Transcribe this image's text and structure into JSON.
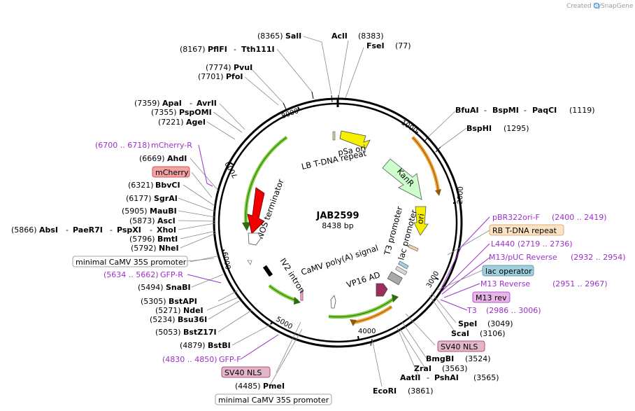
{
  "credit": {
    "text": "Created by",
    "brand": "SnapGene"
  },
  "plasmid": {
    "name": "JAB2599",
    "length": "8438 bp"
  },
  "ticks": [
    "1000",
    "2000",
    "3000",
    "4000",
    "5000",
    "6000",
    "7000",
    "8000"
  ],
  "sites": [
    {
      "pos": "(8365)",
      "name": "SalI"
    },
    {
      "pos": "(8383)",
      "name": "AclI"
    },
    {
      "pos": "(77)",
      "name": "FseI"
    },
    {
      "pos": "(8167)",
      "name": "PflFI",
      "name2": "Tth111I"
    },
    {
      "pos": "(7774)",
      "name": "PvuI"
    },
    {
      "pos": "(7701)",
      "name": "PfoI"
    },
    {
      "pos": "(7359)",
      "name": "ApaI",
      "name2": "AvrII"
    },
    {
      "pos": "(7355)",
      "name": "PspOMI"
    },
    {
      "pos": "(7221)",
      "name": "AgeI"
    },
    {
      "pos": "(6669)",
      "name": "AhdI"
    },
    {
      "pos": "(6321)",
      "name": "BbvCI"
    },
    {
      "pos": "(6177)",
      "name": "SgrAI"
    },
    {
      "pos": "(5905)",
      "name": "MauBI"
    },
    {
      "pos": "(5873)",
      "name": "AscI"
    },
    {
      "pos": "(5866)",
      "name": "AbsI",
      "name2": "PaeR7I",
      "name3": "PspXI",
      "name4": "XhoI"
    },
    {
      "pos": "(5796)",
      "name": "BmtI"
    },
    {
      "pos": "(5792)",
      "name": "NheI"
    },
    {
      "pos": "(5494)",
      "name": "SnaBI"
    },
    {
      "pos": "(5305)",
      "name": "BstAPI"
    },
    {
      "pos": "(5271)",
      "name": "NdeI"
    },
    {
      "pos": "(5234)",
      "name": "Bsu36I"
    },
    {
      "pos": "(5053)",
      "name": "BstZ17I"
    },
    {
      "pos": "(4879)",
      "name": "BstBI"
    },
    {
      "pos": "(4485)",
      "name": "PmeI"
    },
    {
      "pos": "(1119)",
      "name": "BfuAI",
      "name2": "BspMI",
      "name3": "PaqCI"
    },
    {
      "pos": "(1295)",
      "name": "BspHI"
    },
    {
      "pos": "(3049)",
      "name": "SpeI"
    },
    {
      "pos": "(3106)",
      "name": "ScaI"
    },
    {
      "pos": "(3524)",
      "name": "BmgBI"
    },
    {
      "pos": "(3563)",
      "name": "ZraI"
    },
    {
      "pos": "(3565)",
      "name": "AatII",
      "name2": "PshAI"
    },
    {
      "pos": "(3861)",
      "name": "EcoRI"
    }
  ],
  "primers": [
    {
      "range": "(6700 .. 6718)",
      "name": "mCherry-R"
    },
    {
      "range": "(5634 .. 5662)",
      "name": "GFP-R"
    },
    {
      "range": "(4830 .. 4850)",
      "name": "GFP-F"
    },
    {
      "range": "(2400 .. 2419)",
      "name": "pBR322ori-F"
    },
    {
      "range": "(2719 .. 2736)",
      "name": "L4440"
    },
    {
      "range": "(2932 .. 2954)",
      "name": "M13/pUC Reverse"
    },
    {
      "range": "(2951 .. 2967)",
      "name": "M13 Reverse"
    },
    {
      "range": "(2986 .. 3006)",
      "name": "T3"
    }
  ],
  "boxed": {
    "mcherry": "mCherry",
    "min35s_left": "minimal CaMV 35S promoter",
    "sv40_left": "SV40 NLS",
    "min35s_bottom": "minimal CaMV 35S promoter",
    "rb_tdna": "RB T-DNA repeat",
    "lac_operator": "lac operator",
    "m13_rev": "M13 rev",
    "sv40_right": "SV40 NLS"
  },
  "features": {
    "psa_ori": "pSa ori",
    "lb_tdna": "LB T-DNA repeat",
    "kanr": "KanR",
    "ori": "ori",
    "t3_promoter": "T3 promoter",
    "lac_promoter": "lac promoter",
    "nos_terminator": "NOS terminator",
    "iv2_intron": "IV2 intron",
    "camv_polya": "CaMV poly(A) signal",
    "vp16_ad": "VP16 AD"
  },
  "colors": {
    "primer": "#9b30c8",
    "psa_ori": "#f5f000",
    "kanr": "#ccffcc",
    "ori": "#f5f000",
    "nos_terminator": "#f00000",
    "green_arrow": "#7fcf3f",
    "orange_arrow": "#f0a030",
    "mcherry_box": "#f4a3a3",
    "rb_box": "#fde2c4",
    "lac_op_box": "#9fd0dc",
    "m13_box": "#e7b6e7",
    "sv40_box": "#e2b6c8",
    "vp16": "#9b2e5c"
  }
}
